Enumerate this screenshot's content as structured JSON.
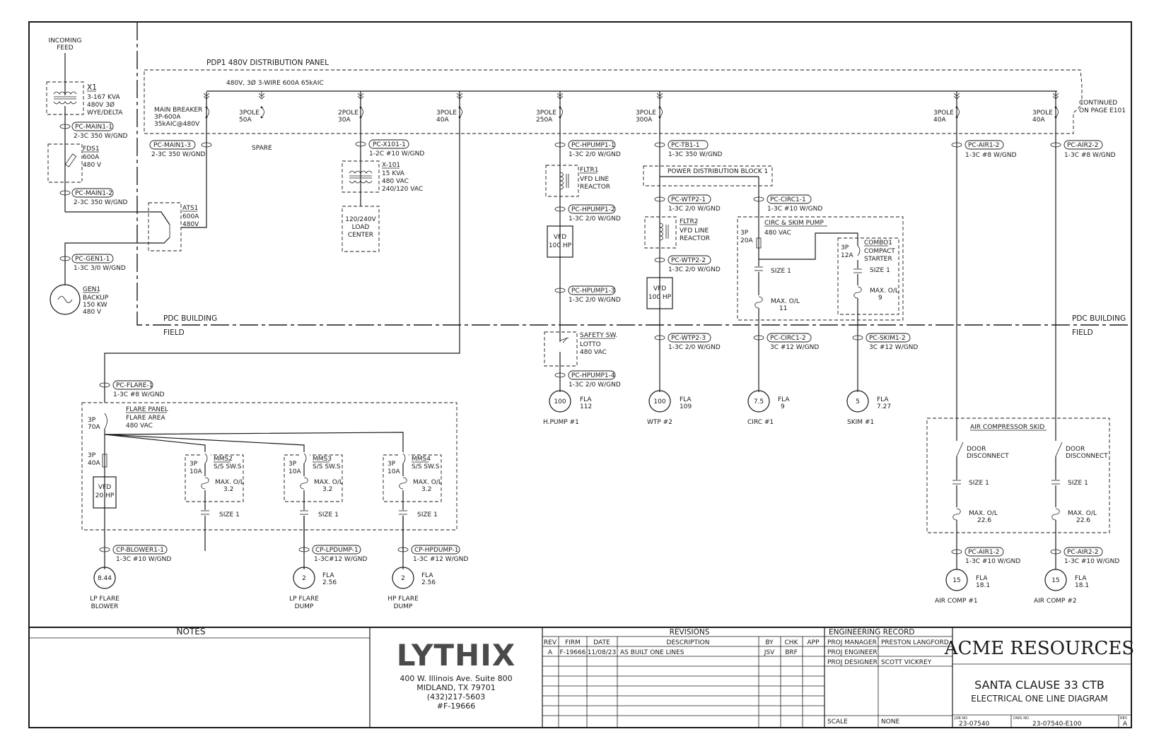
{
  "diagram": {
    "incoming_feed": [
      "INCOMING",
      "FEED"
    ],
    "main_transformer": {
      "id": "X1",
      "lines": [
        "3-167 KVA",
        "480V 3Ø",
        "WYE/DELTA"
      ]
    },
    "disconnect": {
      "id": "FDS1",
      "lines": [
        "600A",
        "480 V"
      ]
    },
    "generator": {
      "id": "GEN1",
      "lines": [
        "BACKUP",
        "150 KW",
        "480 V"
      ]
    },
    "ats": {
      "id": "ATS1",
      "lines": [
        "600A",
        "480V"
      ]
    },
    "panel_title": "PDP1 480V DISTRIBUTION PANEL",
    "bus_rating": "480V, 3Ø 3-WIRE 600A 65kAIC",
    "main_breaker": [
      "MAIN BREAKER",
      "3P-600A",
      "35kAIC@480V"
    ],
    "spare_breaker": [
      "3POLE",
      "50A"
    ],
    "spare_label": "SPARE",
    "continued": [
      "CONTINUED",
      "ON PAGE E101"
    ],
    "pdc_building": "PDC BUILDING",
    "field": "FIELD",
    "breakers": [
      [
        "2POLE",
        "30A"
      ],
      [
        "3POLE",
        "40A"
      ],
      [
        "3POLE",
        "250A"
      ],
      [
        "3POLE",
        "300A"
      ],
      [
        "3POLE",
        "40A"
      ],
      [
        "3POLE",
        "40A"
      ]
    ],
    "cables": [
      {
        "tag": "PC-MAIN1-1",
        "spec": "2-3C 350 W/GND"
      },
      {
        "tag": "PC-MAIN1-3",
        "spec": "2-3C 350 W/GND"
      },
      {
        "tag": "PC-MAIN1-2",
        "spec": "2-3C 350 W/GND"
      },
      {
        "tag": "PC-GEN1-1",
        "spec": "1-3C 3/0 W/GND"
      },
      {
        "tag": "PC-X101-1",
        "spec": "1-2C #10 W/GND"
      },
      {
        "tag": "PC-HPUMP1-1",
        "spec": "1-3C 2/0 W/GND"
      },
      {
        "tag": "PC-HPUMP1-2",
        "spec": "1-3C 2/0 W/GND"
      },
      {
        "tag": "PC-HPUMP1-3",
        "spec": "1-3C 2/0 W/GND"
      },
      {
        "tag": "PC-HPUMP1-4",
        "spec": "1-3C 2/0 W/GND"
      },
      {
        "tag": "PC-TB1-1",
        "spec": "1-3C 350 W/GND"
      },
      {
        "tag": "PC-WTP2-1",
        "spec": "1-3C 2/0 W/GND"
      },
      {
        "tag": "PC-WTP2-2",
        "spec": "1-3C 2/0 W/GND"
      },
      {
        "tag": "PC-WTP2-3",
        "spec": "1-3C 2/0 W/GND"
      },
      {
        "tag": "PC-CIRC1-1",
        "spec": "1-3C #10 W/GND"
      },
      {
        "tag": "PC-CIRC1-2",
        "spec": "3C #12 W/GND"
      },
      {
        "tag": "PC-SKIM1-2",
        "spec": "3C #12 W/GND"
      },
      {
        "tag": "PC-AIR1-2",
        "spec": "1-3C #8 W/GND"
      },
      {
        "tag": "PC-AIR2-2",
        "spec": "1-3C #8 W/GND"
      },
      {
        "tag": "PC-FLARE-1",
        "spec": "1-3C #8 W/GND"
      },
      {
        "tag": "CP-BLOWER1-1",
        "spec": "1-3C #10 W/GND"
      },
      {
        "tag": "CP-LPDUMP-1",
        "spec": "1-3C#12 W/GND"
      },
      {
        "tag": "CP-HPDUMP-1",
        "spec": "1-3C #12 W/GND"
      },
      {
        "tag": "PC-AIR1-2",
        "spec": "1-3C #10 W/GND"
      },
      {
        "tag": "PC-AIR2-2",
        "spec": "1-3C #10 W/GND"
      }
    ],
    "x101": {
      "id": "X-101",
      "lines": [
        "15 KVA",
        "480 VAC",
        "240/120 VAC"
      ]
    },
    "load_center": [
      "120/240V",
      "LOAD",
      "CENTER"
    ],
    "fltr1": {
      "id": "FLTR1",
      "lines": [
        "VFD LINE",
        "REACTOR"
      ]
    },
    "fltr2": {
      "id": "FLTR2",
      "lines": [
        "VFD LINE",
        "REACTOR"
      ]
    },
    "vfd_hpump": [
      "VFD",
      "100 HP"
    ],
    "vfd_wtp": [
      "VFD",
      "100 HP"
    ],
    "vfd_flare": [
      "VFD",
      "20 HP"
    ],
    "safety_sw": {
      "id": "SAFETY SW.",
      "lines": [
        "LOTTO",
        "480 VAC"
      ]
    },
    "pdb": "POWER DISTRIBUTION BLOCK 1",
    "circ_skim": {
      "title": "CIRC & SKIM PUMP",
      "breaker": [
        "3P",
        "20A"
      ],
      "volt": "480 VAC",
      "size": "SIZE 1",
      "ol": [
        "MAX. O/L",
        "11"
      ]
    },
    "combo": {
      "id": "COMBO1",
      "lines": [
        "COMPACT",
        "STARTER"
      ],
      "breaker": [
        "3P",
        "12A"
      ],
      "size": "SIZE 1",
      "ol": [
        "MAX. O/L",
        "9"
      ]
    },
    "motors": [
      {
        "hp": "100",
        "fla": [
          "FLA",
          "112"
        ],
        "label": "H.PUMP #1"
      },
      {
        "hp": "100",
        "fla": [
          "FLA",
          "109"
        ],
        "label": "WTP #2"
      },
      {
        "hp": "7.5",
        "fla": [
          "FLA",
          "9"
        ],
        "label": "CIRC #1"
      },
      {
        "hp": "5",
        "fla": [
          "FLA",
          "7.27"
        ],
        "label": "SKIM #1"
      },
      {
        "hp": "8.44",
        "fla": null,
        "label": [
          "LP FLARE",
          "BLOWER"
        ]
      },
      {
        "hp": "2",
        "fla": [
          "FLA",
          "2.56"
        ],
        "label": [
          "LP FLARE",
          "DUMP"
        ]
      },
      {
        "hp": "2",
        "fla": [
          "FLA",
          "2.56"
        ],
        "label": [
          "HP FLARE",
          "DUMP"
        ]
      },
      {
        "hp": "15",
        "fla": [
          "FLA",
          "18.1"
        ],
        "label": "AIR COMP #1"
      },
      {
        "hp": "15",
        "fla": [
          "FLA",
          "18.1"
        ],
        "label": "AIR COMP #2"
      }
    ],
    "flare_panel": {
      "id": "FLARE PANEL",
      "lines": [
        "FLARE AREA",
        "480 VAC"
      ],
      "main": [
        "3P",
        "70A"
      ],
      "vfd_brk": [
        "3P",
        "40A"
      ]
    },
    "mms": [
      {
        "id": "MMS2",
        "desc": "S/S SW.S",
        "brk": [
          "3P",
          "10A"
        ],
        "ol": [
          "MAX. O/L",
          "3.2"
        ],
        "size": "SIZE 1"
      },
      {
        "id": "MMS3",
        "desc": "S/S SW.S",
        "brk": [
          "3P",
          "10A"
        ],
        "ol": [
          "MAX. O/L",
          "3.2"
        ],
        "size": "SIZE 1"
      },
      {
        "id": "MMS4",
        "desc": "S/S SW.S",
        "brk": [
          "3P",
          "10A"
        ],
        "ol": [
          "MAX. O/L",
          "3.2"
        ],
        "size": "SIZE 1"
      }
    ],
    "air_skid": {
      "title": "AIR COMPRESSOR SKID",
      "door": [
        "DOOR",
        "DISCONNECT"
      ],
      "size": "SIZE 1",
      "ol": [
        "MAX. O/L",
        "22.6"
      ]
    }
  },
  "title_block": {
    "notes_header": "NOTES",
    "company": "LYTHIX",
    "address": [
      "400 W. Illinois Ave. Suite 800",
      "MIDLAND, TX 79701",
      "(432)217-5603",
      "#F-19666"
    ],
    "revisions_header": "REVISIONS",
    "rev_columns": [
      "REV",
      "FIRM",
      "DATE",
      "DESCRIPTION",
      "BY",
      "CHK",
      "APP"
    ],
    "rev_rows": [
      [
        "A",
        "F-19666",
        "11/08/23",
        "AS BUILT ONE LINES",
        "JSV",
        "BRF",
        ""
      ]
    ],
    "engineering_header": "ENGINEERING RECORD",
    "eng_rows": [
      [
        "PROJ MANAGER",
        "PRESTON LANGFORD"
      ],
      [
        "PROJ ENGINEER",
        ""
      ],
      [
        "PROJ DESIGNER",
        "SCOTT VICKREY"
      ]
    ],
    "scale_label": "SCALE",
    "scale_value": "NONE",
    "client": "ACME RESOURCES",
    "project": "SANTA CLAUSE 33 CTB",
    "drawing_title": "ELECTRICAL ONE LINE DIAGRAM",
    "job_label": "JOB NO",
    "job_no": "23-07540",
    "dwg_label": "DWG NO",
    "dwg_no": "23-07540-E100",
    "rev_label": "REV",
    "rev": "A"
  }
}
